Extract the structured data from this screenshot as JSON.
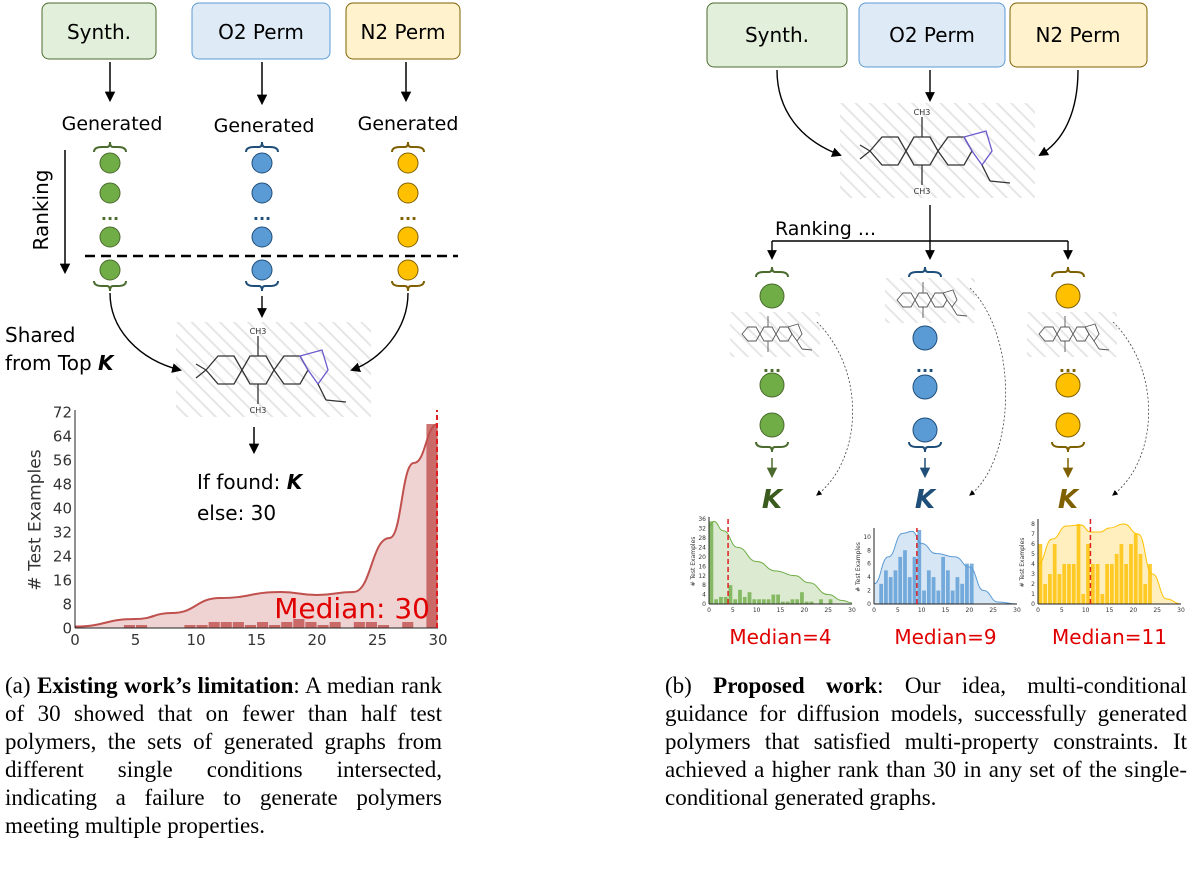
{
  "left": {
    "boxes": [
      "Synth.",
      "O2 Perm",
      "N2 Perm"
    ],
    "generated_label": "Generated",
    "ranking_label": "Ranking",
    "shared_label_1": "Shared",
    "shared_label_2": "from Top",
    "k": "K",
    "if_found": "If found: ",
    "else_text": "else: 30",
    "dots": "...",
    "mol_top": "CH3",
    "mol_bottom": "CH3"
  },
  "right": {
    "boxes": [
      "Synth.",
      "O2 Perm",
      "N2 Perm"
    ],
    "ranking_label": "Ranking ...",
    "k": "K",
    "dots": "..."
  },
  "colors": {
    "green": "#70ad47",
    "blue": "#5b9bd5",
    "yellow": "#ffc000",
    "red": "#c0504d",
    "median_red": "#e00000"
  },
  "chart_data": [
    {
      "type": "bar",
      "ylabel": "# Test Examples",
      "xlim": [
        0,
        30
      ],
      "ylim": [
        0,
        72
      ],
      "xticks": [
        0,
        5,
        10,
        15,
        20,
        25,
        30
      ],
      "yticks": [
        0,
        8,
        16,
        24,
        32,
        40,
        48,
        56,
        64,
        72
      ],
      "bins": [
        4,
        5,
        9,
        10,
        11,
        12,
        13,
        14,
        15,
        16,
        17,
        18,
        19,
        20,
        21,
        23,
        24,
        25,
        27,
        29
      ],
      "values": [
        1,
        1,
        1,
        1,
        2,
        2,
        2,
        1,
        2,
        1,
        2,
        3,
        2,
        1,
        2,
        2,
        2,
        1,
        2,
        68
      ],
      "kde": [
        [
          0,
          0.5
        ],
        [
          5,
          3
        ],
        [
          8,
          5
        ],
        [
          12,
          10
        ],
        [
          17,
          12
        ],
        [
          20,
          11
        ],
        [
          23,
          12
        ],
        [
          26,
          30
        ],
        [
          28,
          55
        ],
        [
          30,
          68
        ]
      ],
      "median": 30,
      "annotation": "Median: 30",
      "color": "#c0504d"
    },
    {
      "type": "bar",
      "ylabel": "# Test Examples",
      "xlim": [
        0,
        30
      ],
      "ylim": [
        0,
        36
      ],
      "xticks": [
        0,
        5,
        10,
        15,
        20,
        25,
        30
      ],
      "yticks": [
        0,
        4,
        8,
        12,
        16,
        20,
        24,
        28,
        32,
        36
      ],
      "bins": [
        0,
        1,
        2,
        3,
        4,
        5,
        6,
        7,
        8,
        9,
        10,
        11,
        12,
        13,
        14,
        15,
        16,
        17,
        18,
        19,
        20,
        21,
        23,
        25
      ],
      "values": [
        35,
        2,
        3,
        3,
        8,
        2,
        6,
        3,
        5,
        2,
        2,
        2,
        2,
        4,
        4,
        1,
        1,
        2,
        2,
        5,
        1,
        1,
        2,
        2
      ],
      "kde": [
        [
          0,
          33
        ],
        [
          1,
          35
        ],
        [
          3,
          31
        ],
        [
          6,
          24
        ],
        [
          10,
          18
        ],
        [
          14,
          14
        ],
        [
          18,
          12
        ],
        [
          21,
          9
        ],
        [
          25,
          4
        ],
        [
          28,
          1.5
        ],
        [
          30,
          0.5
        ]
      ],
      "median": 4,
      "annotation": "Median=4",
      "color": "#70ad47"
    },
    {
      "type": "bar",
      "ylabel": "# Test Examples",
      "xlim": [
        0,
        30
      ],
      "ylim": [
        0,
        11
      ],
      "xticks": [
        0,
        5,
        10,
        15,
        20,
        25,
        30
      ],
      "yticks": [
        0,
        2,
        4,
        6,
        8,
        10
      ],
      "bins": [
        1,
        2,
        3,
        4,
        5,
        6,
        7,
        8,
        9,
        10,
        11,
        12,
        13,
        14,
        15,
        16,
        17,
        18,
        19,
        20
      ],
      "values": [
        3,
        5,
        4,
        5,
        7,
        8,
        4,
        7,
        11,
        2,
        5,
        4,
        2,
        7,
        5,
        2,
        4,
        3,
        6,
        6
      ],
      "kde": [
        [
          0,
          3
        ],
        [
          3,
          7
        ],
        [
          6,
          10.5
        ],
        [
          8,
          10.8
        ],
        [
          10,
          9
        ],
        [
          13,
          7.5
        ],
        [
          17,
          7
        ],
        [
          20,
          5.5
        ],
        [
          23,
          2
        ],
        [
          26,
          0.3
        ],
        [
          30,
          0
        ]
      ],
      "median": 9,
      "annotation": "Median=9",
      "color": "#5b9bd5"
    },
    {
      "type": "bar",
      "ylabel": "# Test Examples",
      "xlim": [
        0,
        30
      ],
      "ylim": [
        0,
        8.3
      ],
      "xticks": [
        0,
        5,
        10,
        15,
        20,
        25,
        30
      ],
      "yticks": [
        0,
        1,
        2,
        3,
        4,
        5,
        6,
        7,
        8
      ],
      "bins": [
        0,
        1,
        2,
        3,
        4,
        5,
        6,
        7,
        8,
        9,
        10,
        11,
        12,
        13,
        14,
        15,
        16,
        17,
        18,
        19,
        20,
        21,
        22,
        23
      ],
      "values": [
        6,
        2,
        3,
        6,
        3,
        4,
        4,
        4,
        8,
        1,
        6,
        4,
        4,
        1,
        4,
        4,
        5,
        6,
        4,
        6,
        7,
        5,
        2,
        4
      ],
      "kde": [
        [
          0,
          4
        ],
        [
          3,
          6.5
        ],
        [
          6,
          7.8
        ],
        [
          9,
          7.9
        ],
        [
          11,
          7.2
        ],
        [
          13,
          7.2
        ],
        [
          15,
          7.6
        ],
        [
          18,
          8
        ],
        [
          21,
          7
        ],
        [
          24,
          3
        ],
        [
          27,
          0.5
        ],
        [
          30,
          0
        ]
      ],
      "median": 11,
      "annotation": "Median=11",
      "color": "#ffc000"
    }
  ],
  "captions": {
    "a_prefix": "(a) ",
    "a_bold": "Existing work’s limitation",
    "a_text": ": A median rank of 30 showed that on fewer than half test polymers, the sets of generated graphs from different single conditions intersected, indicating a failure to generate polymers meeting multiple properties.",
    "b_prefix": "(b) ",
    "b_bold": "Proposed work",
    "b_text": ": Our idea, multi-conditional guidance for diffusion models, successfully generated polymers that satisfied multi-property constraints. It achieved a higher rank than 30 in any set of the single-conditional generated graphs."
  }
}
